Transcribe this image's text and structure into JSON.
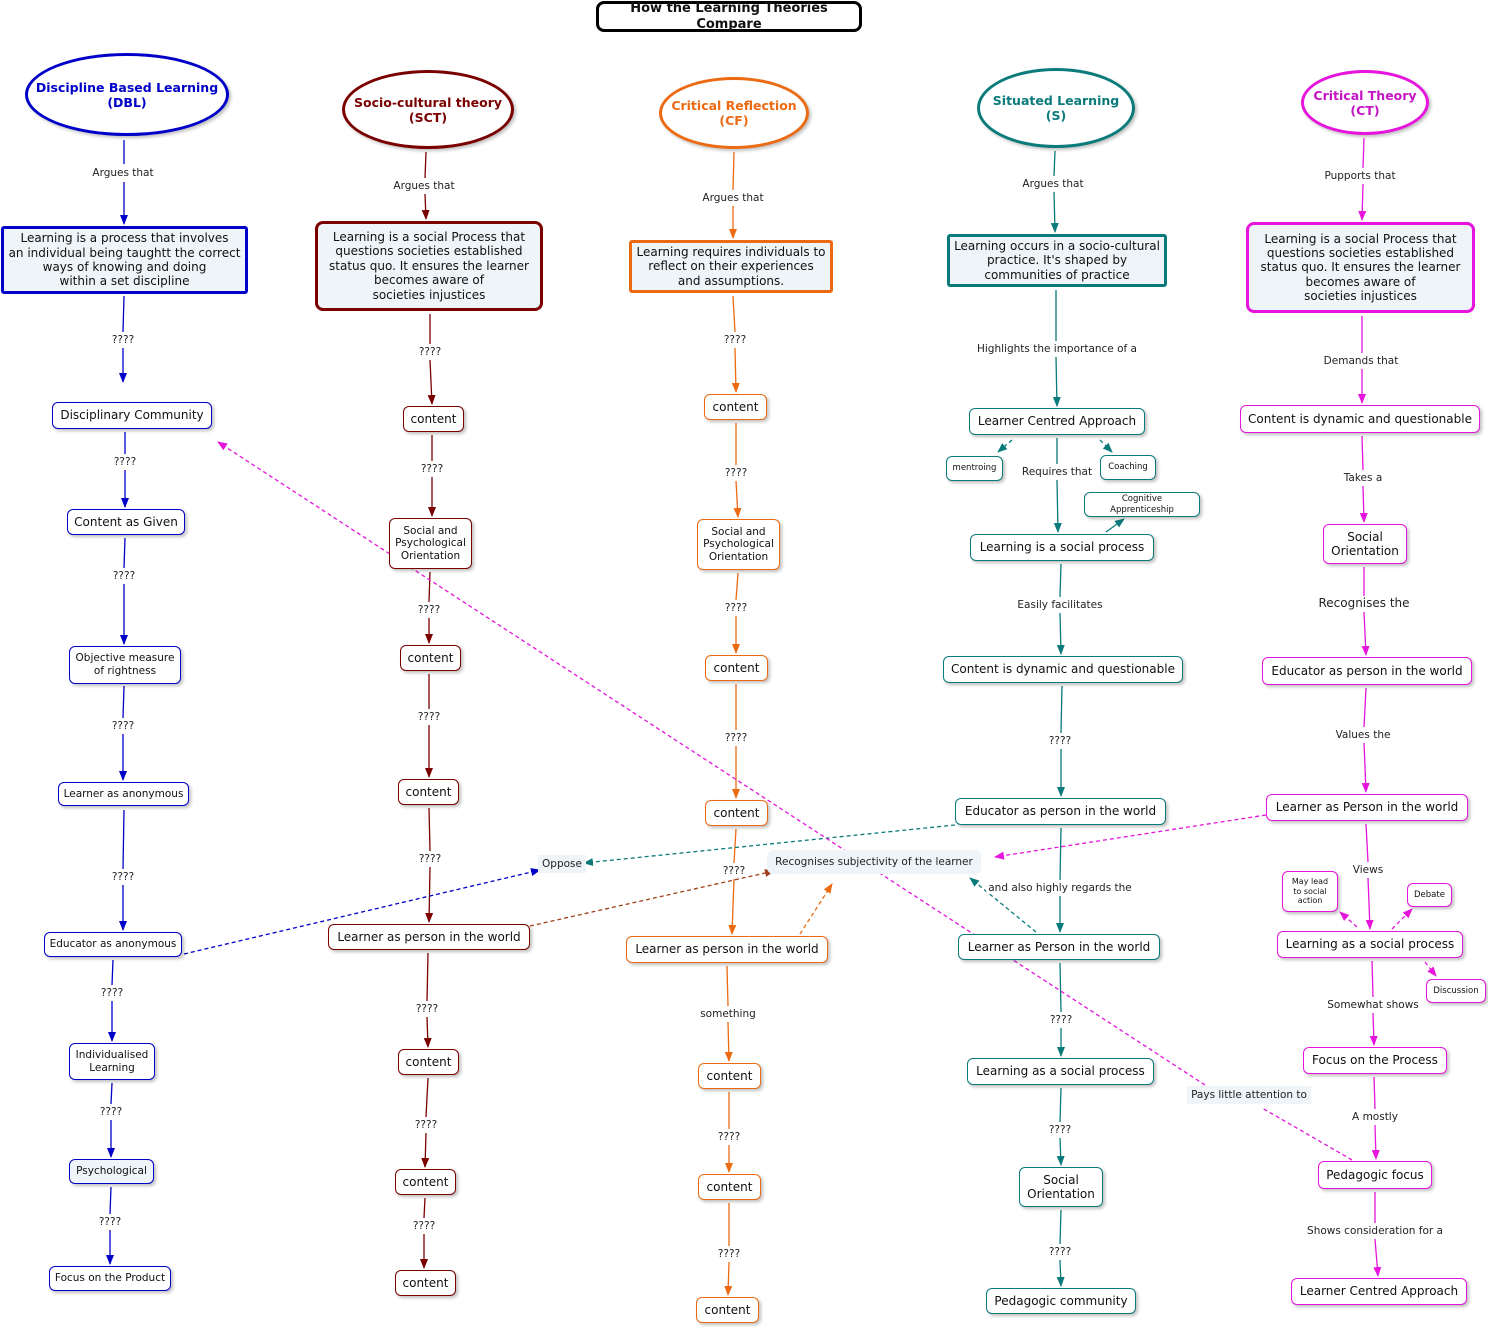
{
  "title": "How the Learning Theories Compare",
  "colors": {
    "dbl": "#0000c8",
    "sct": "#7a0000",
    "cf": "#ec6a12",
    "s": "#0b7a7a",
    "ct": "#e614dc"
  },
  "columns": {
    "dbl": {
      "heading": "Discipline Based Learning\n(DBL)",
      "link1": "Argues that",
      "definition": "Learning is a process that involves\nan individual being taughtt the correct\nways of knowing and doing\nwithin a set discipline",
      "link2": "????",
      "n1": "Disciplinary Community",
      "link3": "????",
      "n2": "Content as Given",
      "link4": "????",
      "n3": "Objective measure\nof rightness",
      "link5": "????",
      "n4": "Learner as anonymous",
      "link6": "????",
      "n5": "Educator as anonymous",
      "link7": "????",
      "n6": "Individualised\nLearning",
      "link8": "????",
      "n7": "Psychological",
      "link9": "????",
      "n8": "Focus on the Product"
    },
    "sct": {
      "heading": "Socio-cultural theory\n(SCT)",
      "link1": "Argues that",
      "definition": "Learning is a social Process that\nquestions societies established\nstatus quo. It ensures the learner\nbecomes aware of\nsocieties injustices",
      "link2": "????",
      "n1": "content",
      "link3": "????",
      "n2": "Social and\nPsychological\nOrientation",
      "link4": "????",
      "n3": "content",
      "link5": "????",
      "n4": "content",
      "link6": "????",
      "n5": "Learner as person in the world",
      "link7": "????",
      "n6": "content",
      "link8": "????",
      "n7": "content",
      "link9": "????",
      "n8": "content"
    },
    "cf": {
      "heading": "Critical Reflection\n(CF)",
      "link1": "Argues that",
      "definition": "Learning requires individuals to\nreflect on their experiences\nand assumptions.",
      "link2": "????",
      "n1": "content",
      "link3": "????",
      "n2": "Social and\nPsychological\nOrientation",
      "link4": "????",
      "n3": "content",
      "link5": "????",
      "n4": "content",
      "link6": "????",
      "n5": "Learner as person in the world",
      "link7": "something",
      "n6": "content",
      "link8": "????",
      "n7": "content",
      "link9": "????",
      "n8": "content"
    },
    "s": {
      "heading": "Situated Learning\n(S)",
      "link1": "Argues that",
      "definition": "Learning occurs in a socio-cultural\npractice. It's shaped by\ncommunities of practice",
      "link2": "Highlights the importance of  a",
      "n1": "Learner Centred Approach",
      "side1": "mentroing",
      "side2": "Coaching",
      "side3": "Cognitive Apprenticeship",
      "link3": "Requires that",
      "n2": "Learning is a social process",
      "link4": "Easily facilitates",
      "n3": "Content is dynamic and questionable",
      "link5": "????",
      "n4": "Educator as person in the world",
      "link6": "and also highly regards the",
      "n5": "Learner as Person in the world",
      "link7": "????",
      "n6": "Learning as a social process",
      "link8": "????",
      "n7": "Social\nOrientation",
      "link9": "????",
      "n8": "Pedagogic community"
    },
    "ct": {
      "heading": "Critical Theory\n(CT)",
      "link1": "Pupports that",
      "definition": "Learning is a social Process that\nquestions societies established\nstatus quo. It ensures the learner\nbecomes aware of\nsocieties injustices",
      "link2": "Demands that",
      "n1": "Content is dynamic and questionable",
      "link3": "Takes a",
      "n2": "Social\nOrientation",
      "link4": "Recognises the",
      "n3": "Educator as person in the world",
      "link5": "Values the",
      "n4": "Learner as Person in the world",
      "link6": "Views",
      "n5": "Learning as a social process",
      "side1": "May lead\nto social\naction",
      "side2": "Debate",
      "side3": "Discussion",
      "link7": "Somewhat shows",
      "n6": "Focus on the Process",
      "link8": "A mostly",
      "n7": "Pedagogic focus",
      "link9": "Shows consideration for a",
      "n8": "Learner Centred Approach"
    }
  },
  "cross": {
    "oppose": "Oppose",
    "recognises": "Recognises subjectivity of the learner",
    "pays_attention": "Pays little attention to"
  }
}
